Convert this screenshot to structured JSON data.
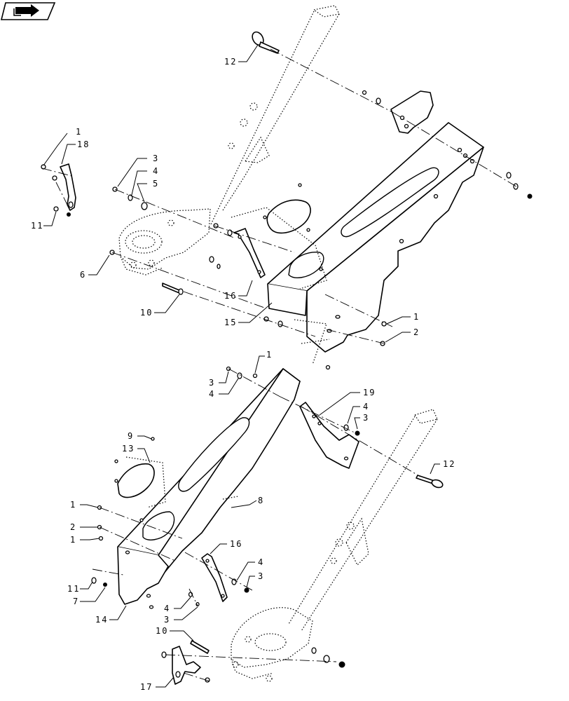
{
  "nav_icon": {
    "name": "book-arrow-icon"
  },
  "callouts": [
    {
      "id": "c1",
      "label": "1"
    },
    {
      "id": "c18",
      "label": "18"
    },
    {
      "id": "c11",
      "label": "11"
    },
    {
      "id": "c3",
      "label": "3"
    },
    {
      "id": "c4",
      "label": "4"
    },
    {
      "id": "c5",
      "label": "5"
    },
    {
      "id": "c6",
      "label": "6"
    },
    {
      "id": "c10",
      "label": "10"
    },
    {
      "id": "c12",
      "label": "12"
    },
    {
      "id": "c16",
      "label": "16"
    },
    {
      "id": "c15",
      "label": "15"
    },
    {
      "id": "c1b",
      "label": "1"
    },
    {
      "id": "c2",
      "label": "2"
    },
    {
      "id": "c1c",
      "label": "1"
    },
    {
      "id": "c3b",
      "label": "3"
    },
    {
      "id": "c4b",
      "label": "4"
    },
    {
      "id": "c19",
      "label": "19"
    },
    {
      "id": "c4c",
      "label": "4"
    },
    {
      "id": "c3c",
      "label": "3"
    },
    {
      "id": "c9",
      "label": "9"
    },
    {
      "id": "c13",
      "label": "13"
    },
    {
      "id": "c12b",
      "label": "12"
    },
    {
      "id": "c8",
      "label": "8"
    },
    {
      "id": "c1d",
      "label": "1"
    },
    {
      "id": "c2b",
      "label": "2"
    },
    {
      "id": "c1e",
      "label": "1"
    },
    {
      "id": "c16b",
      "label": "16"
    },
    {
      "id": "c4d",
      "label": "4"
    },
    {
      "id": "c3d",
      "label": "3"
    },
    {
      "id": "c11b",
      "label": "11"
    },
    {
      "id": "c7",
      "label": "7"
    },
    {
      "id": "c4e",
      "label": "4"
    },
    {
      "id": "c3e",
      "label": "3"
    },
    {
      "id": "c14",
      "label": "14"
    },
    {
      "id": "c10b",
      "label": "10"
    },
    {
      "id": "c17",
      "label": "17"
    }
  ]
}
